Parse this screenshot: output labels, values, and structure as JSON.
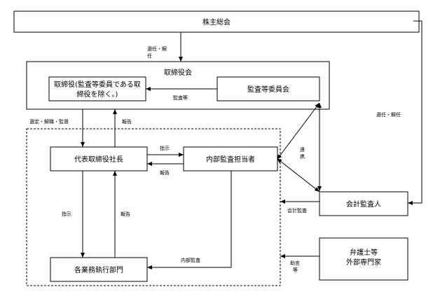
{
  "nodes": {
    "shareholders_meeting": "株主総会",
    "board": "取締役会",
    "directors_line1": "取締役(監査等委員である取",
    "directors_line2": "締役を除く。)",
    "audit_committee": "監査等委員会",
    "president": "代表取締役社長",
    "internal_audit": "内部監査担当者",
    "accounting_auditor": "会計監査人",
    "divisions": "各業務執行部門",
    "external_line1": "弁護士等",
    "external_line2": "外部専門家"
  },
  "edges": {
    "appoint_board_line1": "選任・解",
    "appoint_board_line2": "任",
    "appoint_auditor": "選任・解任",
    "audit_etc": "監査等",
    "select_dismiss_supervise": "選定・解職・監督",
    "report_to_board": "報告",
    "instruct_internal": "指示",
    "report_from_internal": "報告",
    "coop_line1": "連",
    "coop_line2": "携",
    "accounting_audit": "会計監査",
    "instruct_divisions": "指示",
    "report_from_divisions": "報告",
    "internal_audit_edge": "内部監査",
    "advice_line1": "助言",
    "advice_line2": "等"
  }
}
